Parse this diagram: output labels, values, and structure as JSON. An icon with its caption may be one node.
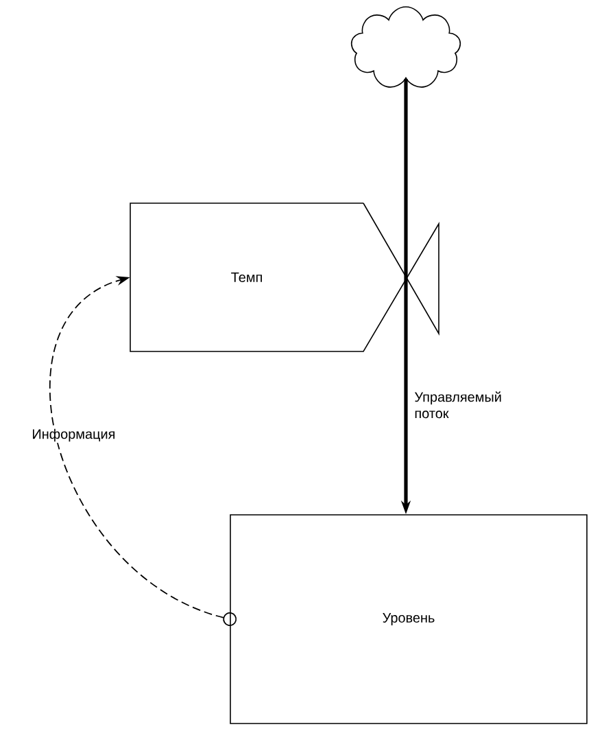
{
  "diagram": {
    "nodes": [
      {
        "text": [],
        "shape": "cloud"
      },
      {
        "text": [
          "Темп"
        ]
      },
      {
        "text": [
          "Уровень"
        ]
      }
    ],
    "edges": [
      {
        "from": 0,
        "to": 2,
        "arrow": "to",
        "label": "Управляемый поток",
        "style": "thick"
      },
      {
        "from": 2,
        "to": 1,
        "arrow": "to",
        "label": "Информация",
        "style": "dashed"
      }
    ]
  }
}
